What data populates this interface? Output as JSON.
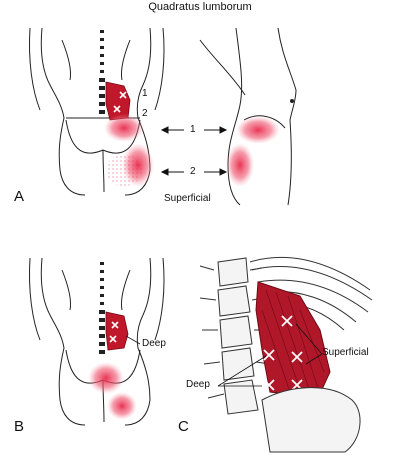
{
  "title": "Quadratus lumborum",
  "panels": {
    "a": {
      "letter": "A",
      "marker_1": "1",
      "marker_2": "2",
      "arrow_1": "1",
      "arrow_2": "2",
      "label": "Superficial"
    },
    "b": {
      "letter": "B",
      "label": "Deep"
    },
    "c": {
      "letter": "C",
      "label_superficial": "Superficial",
      "label_deep": "Deep"
    }
  },
  "colors": {
    "muscle": "#c0182a",
    "referred_pain": "#e8294a",
    "line": "#222222",
    "trigger_point": "#ffffff"
  }
}
